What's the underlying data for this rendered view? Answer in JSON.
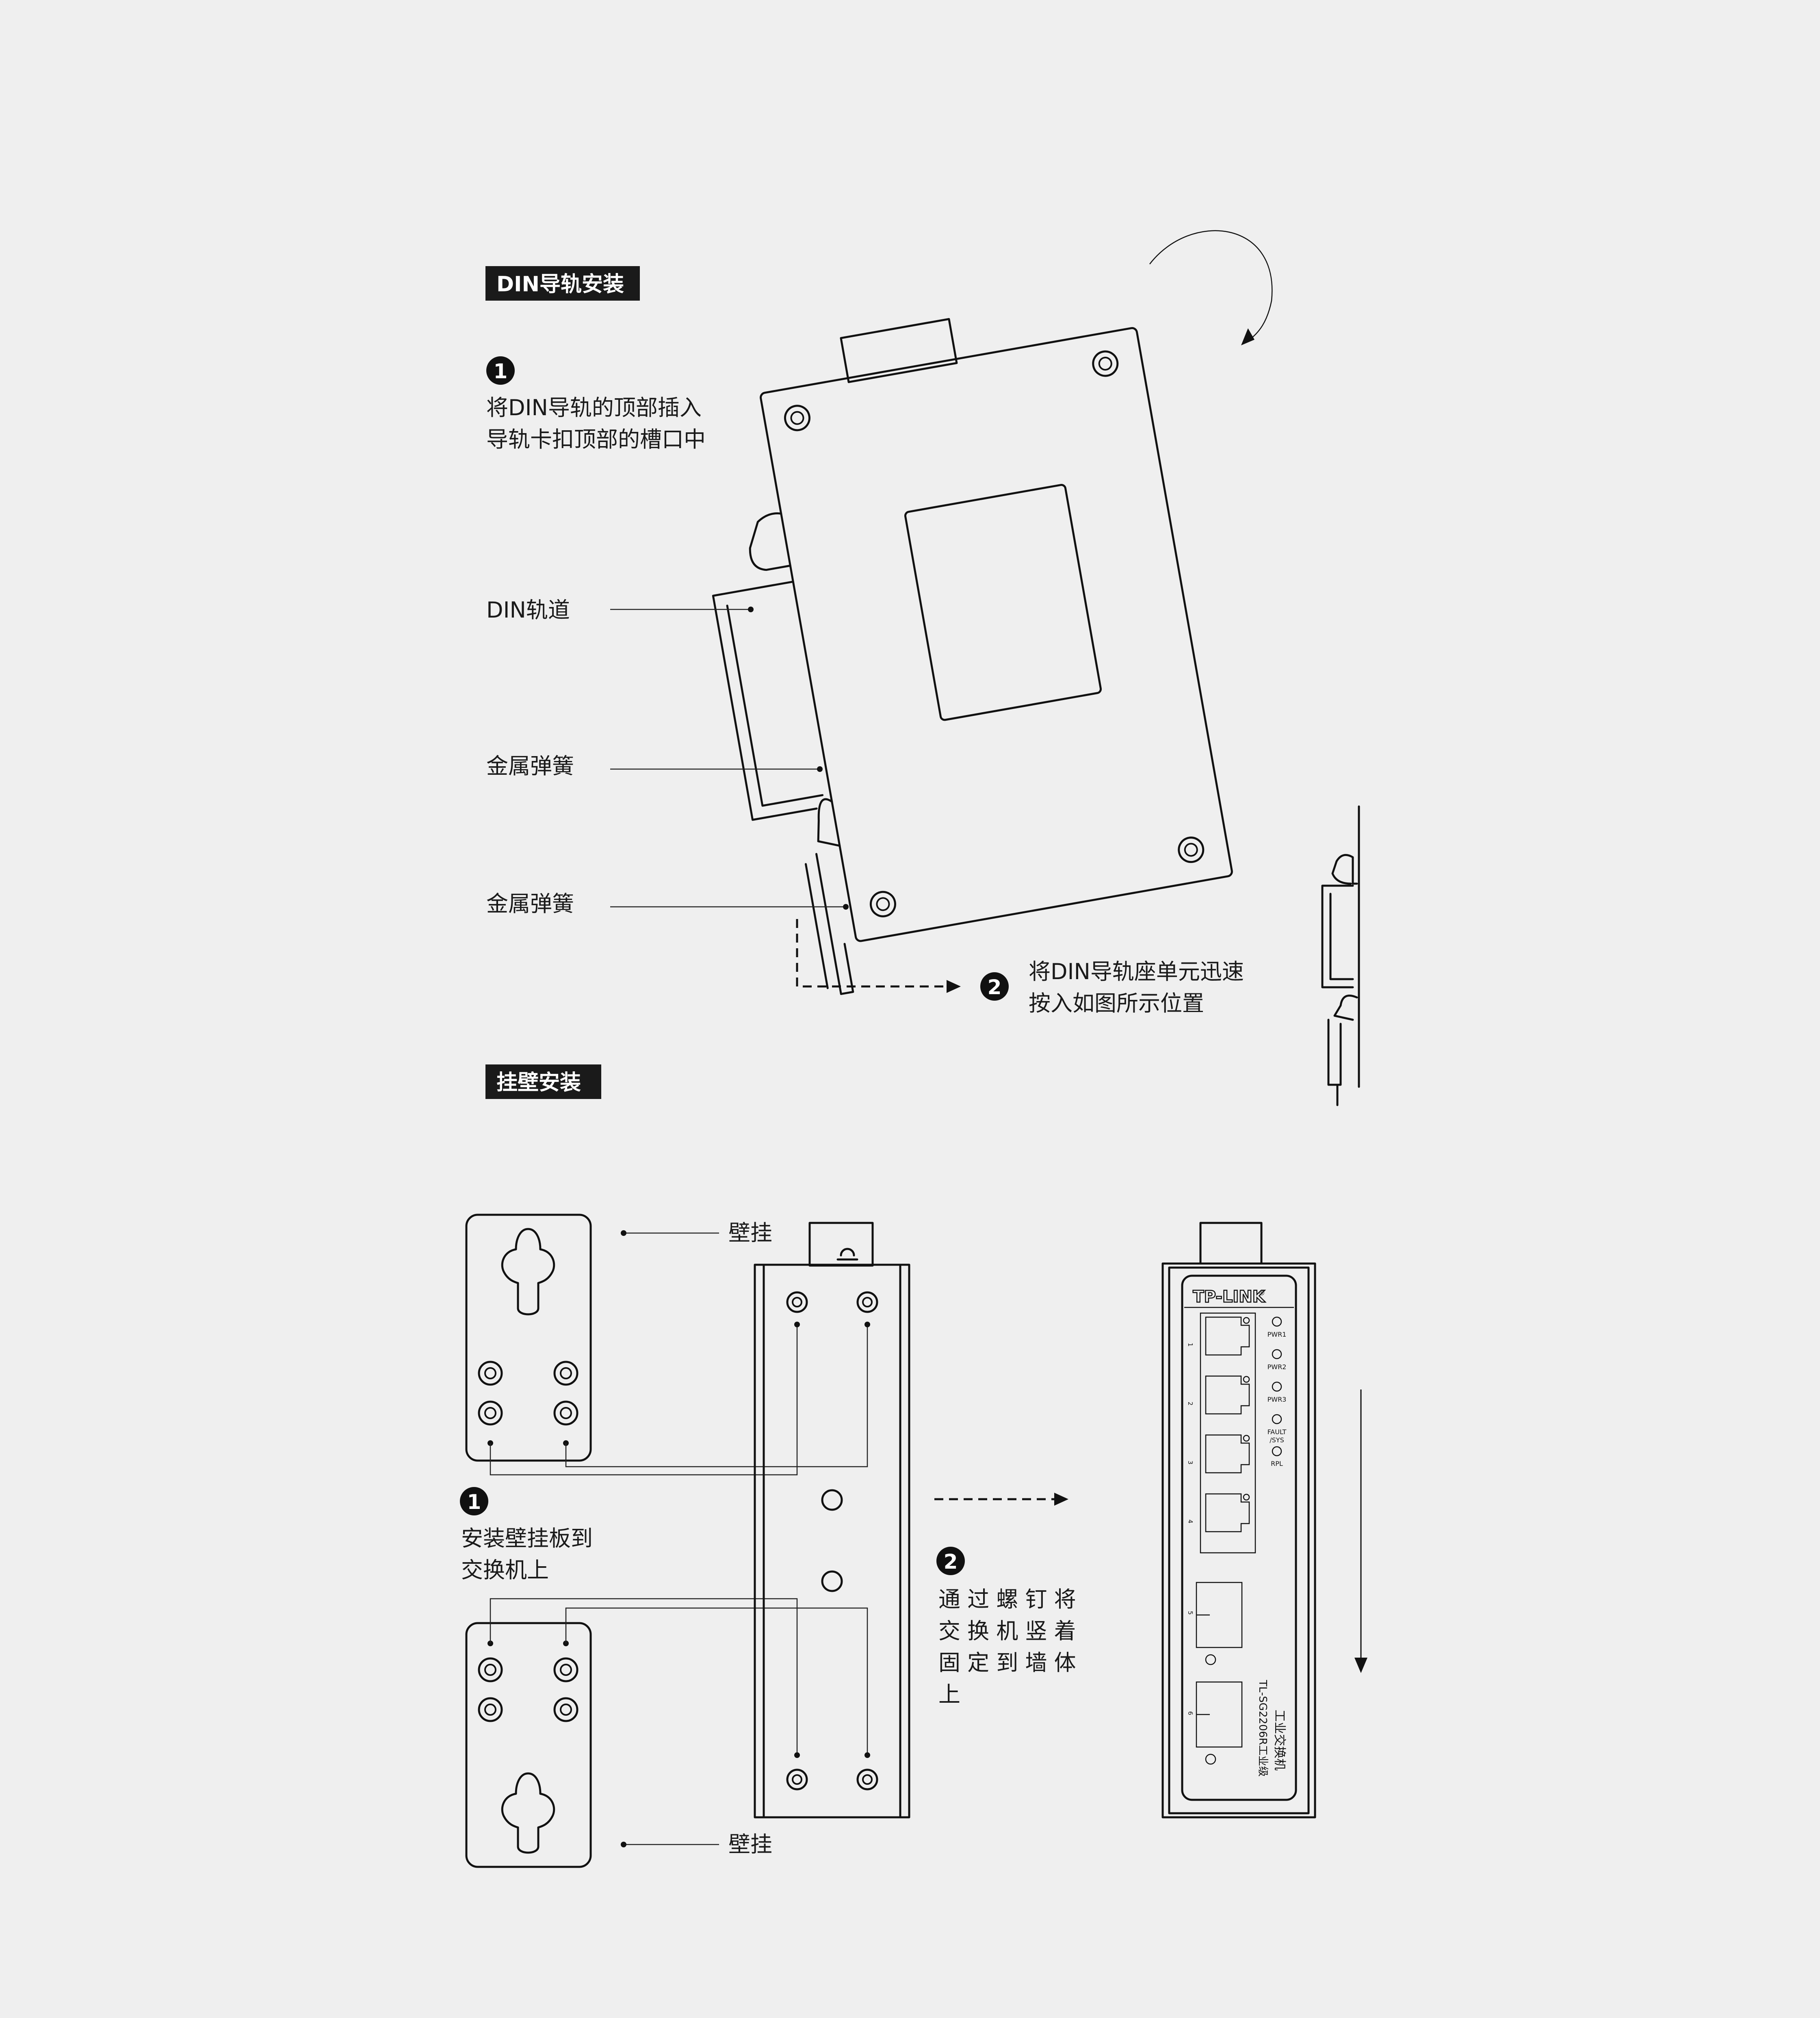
{
  "din": {
    "tag": "DIN导轨安装",
    "step1": {
      "num": "1",
      "line1": "将DIN导轨的顶部插入",
      "line2": "导轨卡扣顶部的槽口中"
    },
    "label_rail": "DIN轨道",
    "label_spring1": "金属弹簧",
    "label_spring2": "金属弹簧",
    "step2": {
      "num": "2",
      "line1": "将DIN导轨座单元迅速",
      "line2": "按入如图所示位置"
    }
  },
  "wall": {
    "tag": "挂壁安装",
    "label_hang_top": "壁挂",
    "label_hang_bottom": "壁挂",
    "step1": {
      "num": "1",
      "line1": "安装壁挂板到",
      "line2": "交换机上"
    },
    "step2": {
      "num": "2",
      "line1": "通 过 螺 钉 将",
      "line2": "交 换 机 竖 着",
      "line3": "固 定 到 墙 体",
      "line4": "上"
    }
  },
  "device": {
    "brand": "TP-LINK",
    "brand_mark": "®",
    "leds": [
      "PWR1",
      "PWR2",
      "PWR3",
      "FAULT",
      "/SYS",
      "RPL"
    ],
    "ports": [
      "1",
      "2",
      "3",
      "4",
      "5",
      "6"
    ],
    "model_name": "工业交换机",
    "model_code": "TL-SG2206R工业级"
  },
  "colors": {
    "background": "#efefef",
    "ink": "#111111",
    "tag_bg": "#1a1a1a"
  }
}
